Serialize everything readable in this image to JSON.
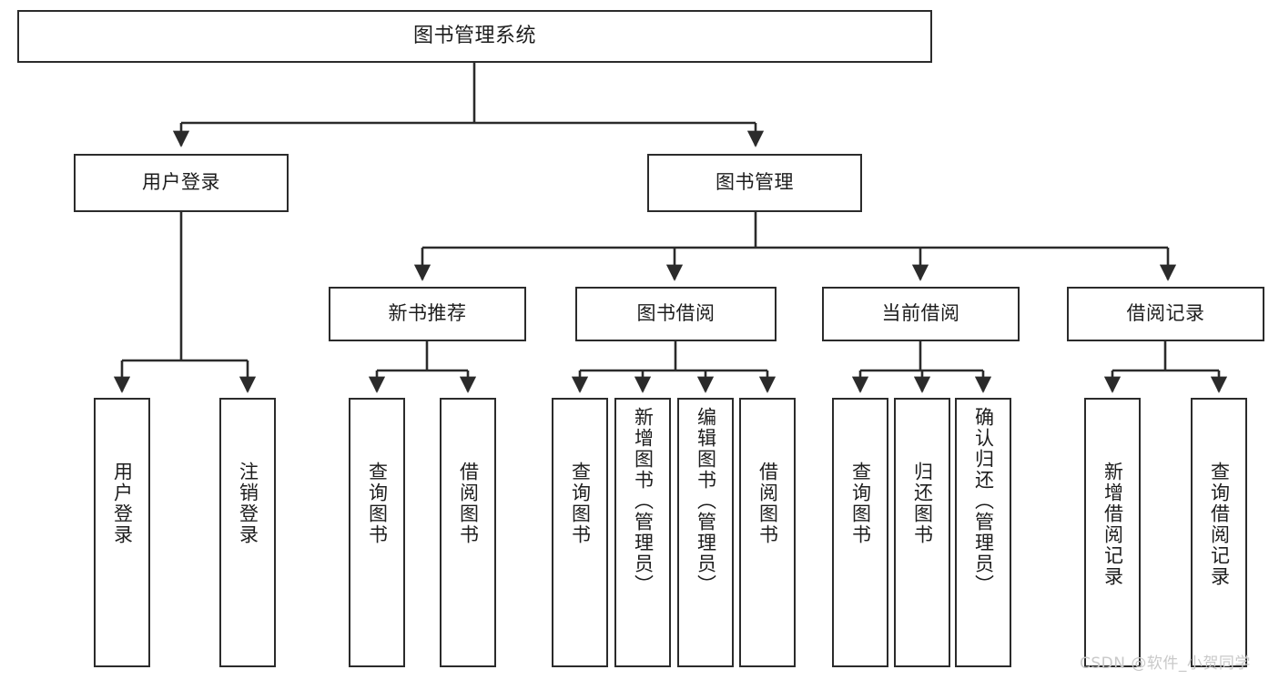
{
  "diagram": {
    "title": "图书管理系统",
    "type": "functional-structure-tree",
    "stroke_color": "#2b2b2b",
    "background_color": "#ffffff",
    "watermark": "CSDN @软件_小贺同学",
    "levels": {
      "root": {
        "label": "图书管理系统"
      },
      "level2": [
        {
          "label": "用户登录"
        },
        {
          "label": "图书管理"
        }
      ],
      "level3": [
        {
          "label": "新书推荐"
        },
        {
          "label": "图书借阅"
        },
        {
          "label": "当前借阅"
        },
        {
          "label": "借阅记录"
        }
      ],
      "leaves": {
        "user_login": [
          {
            "label": "用户登录"
          },
          {
            "label": "注销登录"
          }
        ],
        "new_book_recommend": [
          {
            "label": "查询图书"
          },
          {
            "label": "借阅图书"
          }
        ],
        "book_borrow": [
          {
            "label": "查询图书"
          },
          {
            "label": "新增图书（管理员）"
          },
          {
            "label": "编辑图书（管理员）"
          },
          {
            "label": "借阅图书"
          }
        ],
        "current_borrow": [
          {
            "label": "查询图书"
          },
          {
            "label": "归还图书"
          },
          {
            "label": "确认归还（管理员）"
          }
        ],
        "borrow_record": [
          {
            "label": "新增借阅记录"
          },
          {
            "label": "查询借阅记录"
          }
        ]
      }
    }
  }
}
